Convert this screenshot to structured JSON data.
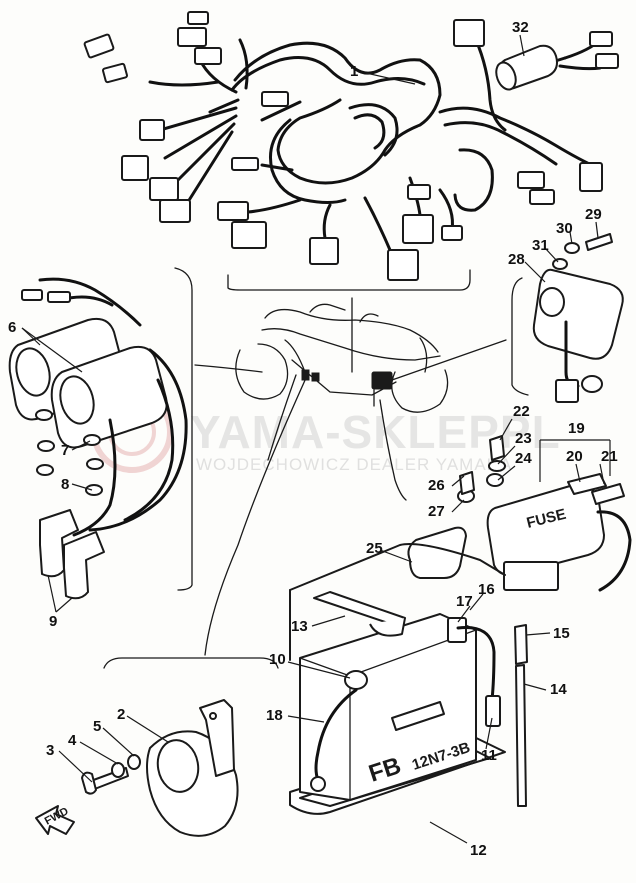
{
  "watermark": {
    "title": "YAMA-SKLEPPL",
    "subtitle": "WOJDECHOWICZ DEALER YAMAHA"
  },
  "component_labels": {
    "fuse_box": "FUSE",
    "battery_brand": "FB",
    "battery_model": "12N7-3B",
    "forward_arrow": "FWD"
  },
  "callouts": [
    "1",
    "2",
    "3",
    "4",
    "5",
    "6",
    "7",
    "8",
    "9",
    "10",
    "11",
    "12",
    "13",
    "14",
    "15",
    "16",
    "17",
    "18",
    "19",
    "20",
    "21",
    "22",
    "23",
    "24",
    "25",
    "26",
    "27",
    "28",
    "29",
    "30",
    "31",
    "32"
  ]
}
